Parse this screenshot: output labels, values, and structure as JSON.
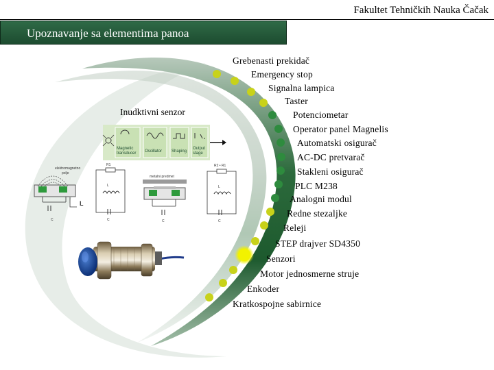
{
  "header": {
    "institution": "Fakultet Tehničkih Nauka Čačak",
    "title": "Upoznavanje sa elementima panoa"
  },
  "sensor_panel": {
    "label": "Inudktivni senzor",
    "block_labels": [
      "Magnetic",
      "transducer",
      "Oscillator",
      "Shaping",
      "Output",
      "stage"
    ],
    "circuit_labels": {
      "field": "elektromagnetno",
      "field2": "polje",
      "r1": "R1",
      "l": "L",
      "c": "C",
      "metal": "metalni predmet",
      "r2r1": "R2 • R1"
    }
  },
  "menu": {
    "items": [
      "Grebenasti prekidač",
      "Emergency stop",
      "Signalna lampica",
      "Taster",
      "Potenciometar",
      "Operator panel Magnelis",
      "Automatski osigurač",
      "AC-DC pretvarač",
      "Stakleni osigurač",
      "PLC M238",
      "Analogni modul",
      "Redne stezaljke",
      "Releji",
      "STEP drajver SD4350",
      "Senzori",
      "Motor jednosmerne struje",
      "Enkoder",
      "Kratkospojne sabirnice"
    ],
    "active_index": 14
  },
  "colors": {
    "banner": "#2f6a46",
    "arc_dark": "#1d5a2e",
    "bullet_yellow": "#c8d21a",
    "bullet_green": "#2e8b3e",
    "bullet_active": "#f2f200"
  }
}
